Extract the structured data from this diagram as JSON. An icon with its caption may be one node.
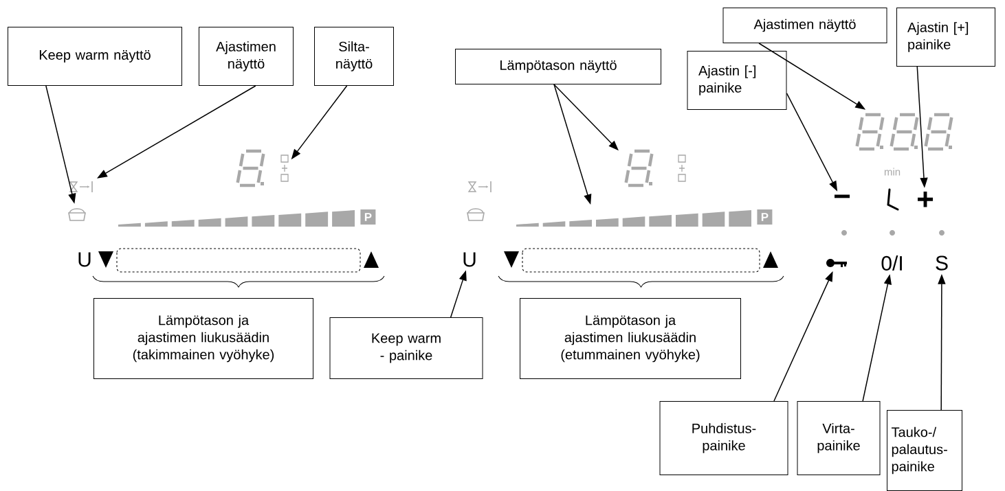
{
  "diagram": {
    "nodes": [
      {
        "text": [
          "Keep warm näyttö"
        ]
      },
      {
        "text": [
          "Ajastimen näyttö"
        ]
      },
      {
        "text": [
          "Silta- näyttö"
        ]
      },
      {
        "text": [
          "Lämpötason näyttö"
        ]
      },
      {
        "text": [
          "Ajastimen näyttö"
        ]
      },
      {
        "text": [
          "Ajastin [-] painike"
        ]
      },
      {
        "text": [
          "Ajastin [+] painike"
        ]
      },
      {
        "text": [
          "Lämpötason ja ajastimen liukusäädin (takimmainen vyöhyke)"
        ]
      },
      {
        "text": [
          "Keep warm - painike"
        ]
      },
      {
        "text": [
          "Lämpötason ja ajastimen liukusäädin (etummainen vyöhyke)"
        ]
      },
      {
        "text": [
          "Puhdistus- painike"
        ]
      },
      {
        "text": [
          "Virta- painike"
        ]
      },
      {
        "text": [
          "Tauko-/ palautus- painike"
        ]
      },
      {
        "text": [],
        "shape": "pot"
      },
      {
        "text": [],
        "shape": "hourglass"
      },
      {
        "text": [],
        "shape": "icon"
      },
      {
        "text": [],
        "shape": "display"
      },
      {
        "text": [],
        "shape": "bar",
        "beside": [
          "P"
        ]
      },
      {
        "text": [],
        "shape": "display"
      },
      {
        "text": [
          "−"
        ]
      },
      {
        "text": [
          "+"
        ]
      },
      {
        "text": [],
        "shape": "key"
      },
      {
        "text": [
          "0/I"
        ]
      },
      {
        "text": [
          "S"
        ]
      },
      {
        "text": [
          "U"
        ]
      },
      {
        "text": [],
        "shape": "bar",
        "beside": [
          "P"
        ]
      }
    ],
    "edges": [
      {
        "from": 0,
        "to": 13,
        "arrow": "to"
      },
      {
        "from": 1,
        "to": 14,
        "arrow": "to"
      },
      {
        "from": 2,
        "to": 15,
        "arrow": "to"
      },
      {
        "from": 3,
        "to": 25,
        "arrow": "to"
      },
      {
        "from": 3,
        "to": 16,
        "arrow": "to"
      },
      {
        "from": 4,
        "to": 18,
        "arrow": "to"
      },
      {
        "from": 5,
        "to": 19,
        "arrow": "to"
      },
      {
        "from": 6,
        "to": 20,
        "arrow": "to"
      },
      {
        "from": 8,
        "to": 24,
        "arrow": "to"
      },
      {
        "from": 10,
        "to": 21,
        "arrow": "to"
      },
      {
        "from": 11,
        "to": 22,
        "arrow": "to"
      },
      {
        "from": 12,
        "to": 23,
        "arrow": "to"
      }
    ],
    "labels": [
      "min",
      "U"
    ]
  }
}
